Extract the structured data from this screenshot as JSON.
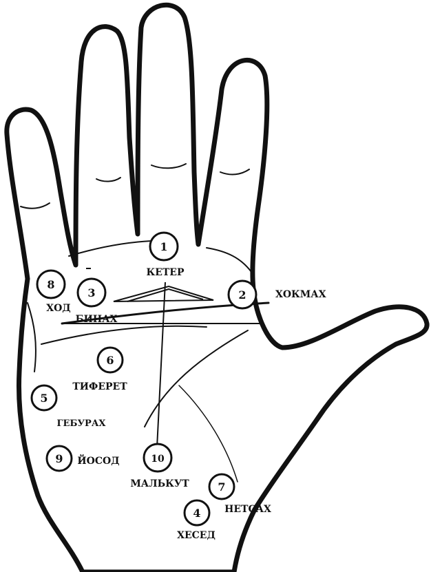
{
  "sephirot": [
    {
      "number": "1",
      "name": "КЕТЕР"
    },
    {
      "number": "2",
      "name": "ХОКМАХ"
    },
    {
      "number": "3",
      "name": "БИНАХ"
    },
    {
      "number": "4",
      "name": "ХЕСЕД"
    },
    {
      "number": "5",
      "name": "ГЕБУРАХ"
    },
    {
      "number": "6",
      "name": "ТИФЕРЕТ"
    },
    {
      "number": "7",
      "name": "НЕТСАХ"
    },
    {
      "number": "8",
      "name": "ХОД"
    },
    {
      "number": "9",
      "name": "ЙОСОД"
    },
    {
      "number": "10",
      "name": "МАЛЬКУТ"
    }
  ],
  "colors": {
    "ink": "#111111",
    "paper": "#ffffff"
  }
}
